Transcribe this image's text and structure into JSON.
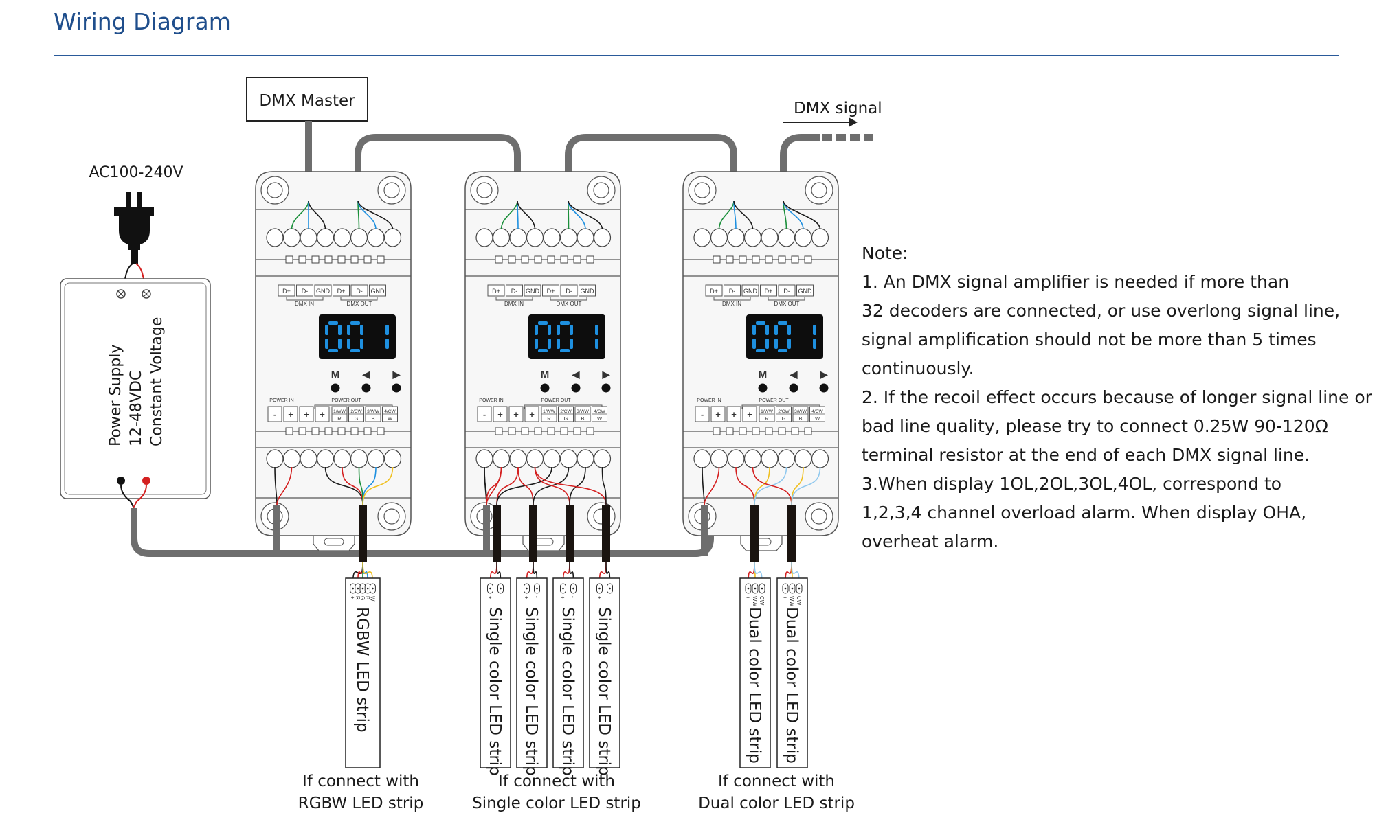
{
  "header": {
    "title": "Wiring Diagram"
  },
  "labels": {
    "dmx_master": "DMX Master",
    "dmx_signal": "DMX signal",
    "ac_input": "AC100-240V",
    "power_supply": [
      "Power Supply",
      "12-48VDC",
      "Constant Voltage"
    ]
  },
  "decoder": {
    "display_value": "001",
    "dmx_terminals": [
      "D+",
      "D-",
      "GND",
      "D+",
      "D-",
      "GND"
    ],
    "dmx_in_label": "DMX IN",
    "dmx_out_label": "DMX OUT",
    "buttons": [
      "M",
      "◀",
      "▶"
    ],
    "power_in_label": "POWER IN",
    "power_out_label": "POWER OUT",
    "power_in_terminals": [
      "-",
      "+"
    ],
    "power_out_plus": [
      "+",
      "+"
    ],
    "channel_terminals": [
      {
        "top": "1/WW",
        "bottom": "R"
      },
      {
        "top": "2/CW",
        "bottom": "G"
      },
      {
        "top": "3/WW",
        "bottom": "B"
      },
      {
        "top": "4/CW",
        "bottom": "W"
      }
    ]
  },
  "strips": {
    "rgbw": {
      "label": "RGBW LED strip",
      "pins": [
        "+",
        "R",
        "G",
        "B",
        "W"
      ]
    },
    "single": {
      "label": "Single color LED strip",
      "pins": [
        "+",
        "-"
      ],
      "count": 4
    },
    "dual": {
      "label": "Dual color LED strip",
      "pins": [
        "+",
        "WW",
        "CW"
      ],
      "count": 2
    }
  },
  "captions": [
    {
      "line1": "If connect with",
      "line2": "RGBW LED strip"
    },
    {
      "line1": "If connect with",
      "line2": "Single color LED strip"
    },
    {
      "line1": "If connect with",
      "line2": "Dual color LED strip"
    }
  ],
  "note": {
    "heading": "Note:",
    "lines": [
      "1. An DMX signal amplifier is needed if more than",
      "32 decoders are connected, or use overlong signal line,",
      "signal amplification should not be more than 5 times",
      "continuously.",
      "2. If the recoil effect occurs because of longer signal line or",
      "bad line quality, please try to connect 0.25W 90-120Ω",
      "terminal resistor at the end of each DMX signal line.",
      "3.When display 1OL,2OL,3OL,4OL, correspond to",
      "1,2,3,4 channel overload alarm. When display OHA,",
      "overheat alarm."
    ]
  },
  "colors": {
    "title": "#1f4e8c",
    "cable": "#6e6e6e",
    "display_bg": "#0d0d0d",
    "display_digits": "#1e90e0",
    "wire_red": "#d42020",
    "wire_black": "#1a1a1a",
    "wire_green": "#1a8f3a",
    "wire_blue": "#1e90e0",
    "wire_yellow": "#f0c020",
    "wire_lightblue": "#8fc8ee"
  }
}
